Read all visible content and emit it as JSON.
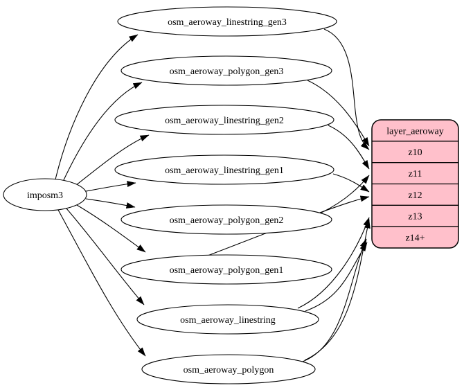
{
  "diagram": {
    "type": "etl-graph",
    "source_node": {
      "label": "imposm3"
    },
    "tables": [
      {
        "label": "osm_aeroway_linestring_gen3"
      },
      {
        "label": "osm_aeroway_polygon_gen3"
      },
      {
        "label": "osm_aeroway_linestring_gen2"
      },
      {
        "label": "osm_aeroway_linestring_gen1"
      },
      {
        "label": "osm_aeroway_polygon_gen2"
      },
      {
        "label": "osm_aeroway_polygon_gen1"
      },
      {
        "label": "osm_aeroway_linestring"
      },
      {
        "label": "osm_aeroway_polygon"
      }
    ],
    "layer_node": {
      "header": "layer_aeroway",
      "rows": [
        "z10",
        "z11",
        "z12",
        "z13",
        "z14+"
      ],
      "fill_color": "#ffc0cb"
    },
    "edges": [
      {
        "from": "imposm3",
        "to": "osm_aeroway_linestring_gen3"
      },
      {
        "from": "imposm3",
        "to": "osm_aeroway_polygon_gen3"
      },
      {
        "from": "imposm3",
        "to": "osm_aeroway_linestring_gen2"
      },
      {
        "from": "imposm3",
        "to": "osm_aeroway_linestring_gen1"
      },
      {
        "from": "imposm3",
        "to": "osm_aeroway_polygon_gen2"
      },
      {
        "from": "imposm3",
        "to": "osm_aeroway_polygon_gen1"
      },
      {
        "from": "imposm3",
        "to": "osm_aeroway_linestring"
      },
      {
        "from": "imposm3",
        "to": "osm_aeroway_polygon"
      },
      {
        "from": "osm_aeroway_linestring_gen3",
        "to": "layer_aeroway:z10"
      },
      {
        "from": "osm_aeroway_polygon_gen3",
        "to": "layer_aeroway:z10"
      },
      {
        "from": "osm_aeroway_linestring_gen2",
        "to": "layer_aeroway:z11"
      },
      {
        "from": "osm_aeroway_polygon_gen2",
        "to": "layer_aeroway:z11"
      },
      {
        "from": "osm_aeroway_linestring_gen1",
        "to": "layer_aeroway:z12"
      },
      {
        "from": "osm_aeroway_polygon_gen1",
        "to": "layer_aeroway:z12"
      },
      {
        "from": "osm_aeroway_linestring",
        "to": "layer_aeroway:z13"
      },
      {
        "from": "osm_aeroway_polygon",
        "to": "layer_aeroway:z13"
      },
      {
        "from": "osm_aeroway_linestring",
        "to": "layer_aeroway:z14+"
      },
      {
        "from": "osm_aeroway_polygon",
        "to": "layer_aeroway:z14+"
      }
    ],
    "colors": {
      "background": "#ffffff",
      "node_fill": "#ffffff",
      "stroke": "#000000",
      "layer_fill": "#ffc0cb"
    }
  }
}
